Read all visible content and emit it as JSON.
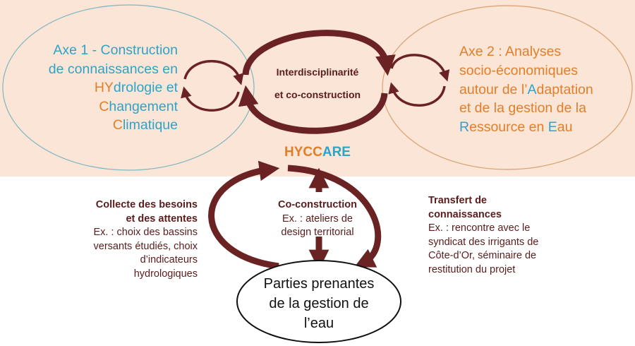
{
  "axe1": {
    "lines": [
      [
        {
          "t": "Axe 1 - Construction",
          "c": "blue"
        }
      ],
      [
        {
          "t": "de connaissances en",
          "c": "blue"
        }
      ],
      [
        {
          "t": "HY",
          "c": "orange"
        },
        {
          "t": "drologie et",
          "c": "blue"
        }
      ],
      [
        {
          "t": "C",
          "c": "orange"
        },
        {
          "t": "hangement",
          "c": "blue"
        }
      ],
      [
        {
          "t": "C",
          "c": "orange"
        },
        {
          "t": "limatique",
          "c": "blue"
        }
      ]
    ]
  },
  "axe2": {
    "lines": [
      [
        {
          "t": "Axe 2 : Analyses",
          "c": "orange"
        }
      ],
      [
        {
          "t": "socio-économiques",
          "c": "orange"
        }
      ],
      [
        {
          "t": "autour de l’",
          "c": "orange"
        },
        {
          "t": "A",
          "c": "blue"
        },
        {
          "t": "daptation",
          "c": "orange"
        }
      ],
      [
        {
          "t": "et de la gestion de la",
          "c": "orange"
        }
      ],
      [
        {
          "t": "R",
          "c": "blue"
        },
        {
          "t": "essource en ",
          "c": "orange"
        },
        {
          "t": "E",
          "c": "blue"
        },
        {
          "t": "au",
          "c": "orange"
        }
      ]
    ]
  },
  "center": {
    "line1": "Interdisciplinarité",
    "line2": "et co-construction"
  },
  "hyccare": {
    "part1": "HYCC",
    "part2": "ARE"
  },
  "left_block": {
    "title1": "Collecte des besoins",
    "title2": "et des attentes",
    "body": [
      "Ex. : choix des bassins",
      "versants étudiés, choix",
      "d’indicateurs",
      "hydrologiques"
    ]
  },
  "mid_block": {
    "title": "Co-construction",
    "body": [
      "Ex. : ateliers de",
      "design territorial"
    ]
  },
  "right_block": {
    "title1": "Transfert de",
    "title2": "connaissances",
    "body": [
      "Ex. : rencontre avec le",
      "syndicat des irrigants de",
      "Côte-d’Or, séminaire de",
      "restitution du projet"
    ]
  },
  "stakeholders": {
    "lines": [
      "Parties prenantes",
      "de la gestion de",
      "l’eau"
    ]
  },
  "colors": {
    "blue": "#2fa3c7",
    "orange": "#e17e2a",
    "maroon": "#6a2222",
    "band": "#fbe5d6"
  }
}
